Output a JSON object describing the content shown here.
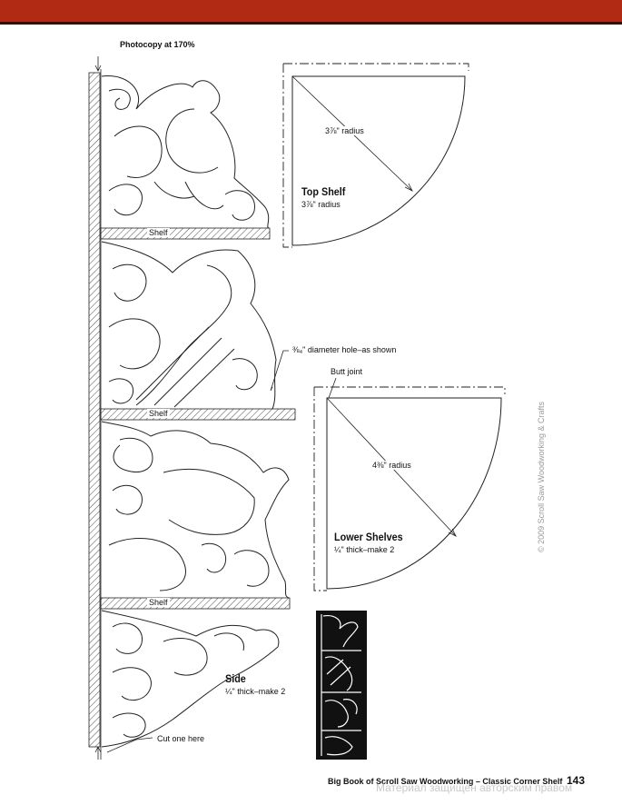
{
  "header": {
    "band_color": "#b02a14"
  },
  "pattern": {
    "photocopy_note": "Photocopy at 170%",
    "shelf_labels": [
      "Shelf",
      "Shelf",
      "Shelf"
    ],
    "hole_note": "⅜₄\" diameter hole–as shown",
    "butt_joint": "Butt joint",
    "side_title": "Side",
    "side_spec": "¼\" thick–make 2",
    "cut_note": "Cut one here"
  },
  "top_shelf": {
    "radius_label": "3⅞\" radius",
    "title": "Top Shelf",
    "spec": "3⅞\" radius"
  },
  "lower_shelves": {
    "radius_label": "4⅜\" radius",
    "title": "Lower Shelves",
    "spec": "¼\" thick–make 2"
  },
  "copyright": "© 2009 Scroll Saw Woodworking & Crafts",
  "footer": {
    "book": "Big Book of Scroll Saw Woodworking – Classic Corner Shelf",
    "page": "143",
    "watermark": "Материал защищен авторским правом"
  }
}
